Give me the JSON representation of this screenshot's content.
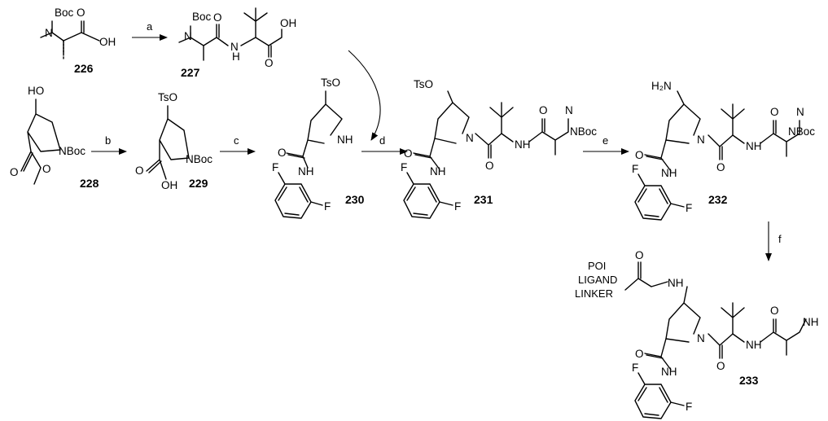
{
  "atoms": {
    "boc": "Boc",
    "nboc": "NBoc",
    "n": "N",
    "nh": "NH",
    "h_n": "H",
    "o": "O",
    "oh": "OH",
    "ho": "HO",
    "tso": "TsO",
    "f": "F",
    "h2n": "H₂N"
  },
  "compounds": [
    "226",
    "227",
    "228",
    "229",
    "230",
    "231",
    "232",
    "233"
  ],
  "reagents": [
    "a",
    "b",
    "c",
    "d",
    "e",
    "f"
  ],
  "poi_label": [
    "POI",
    "LIGAND",
    "LINKER"
  ]
}
